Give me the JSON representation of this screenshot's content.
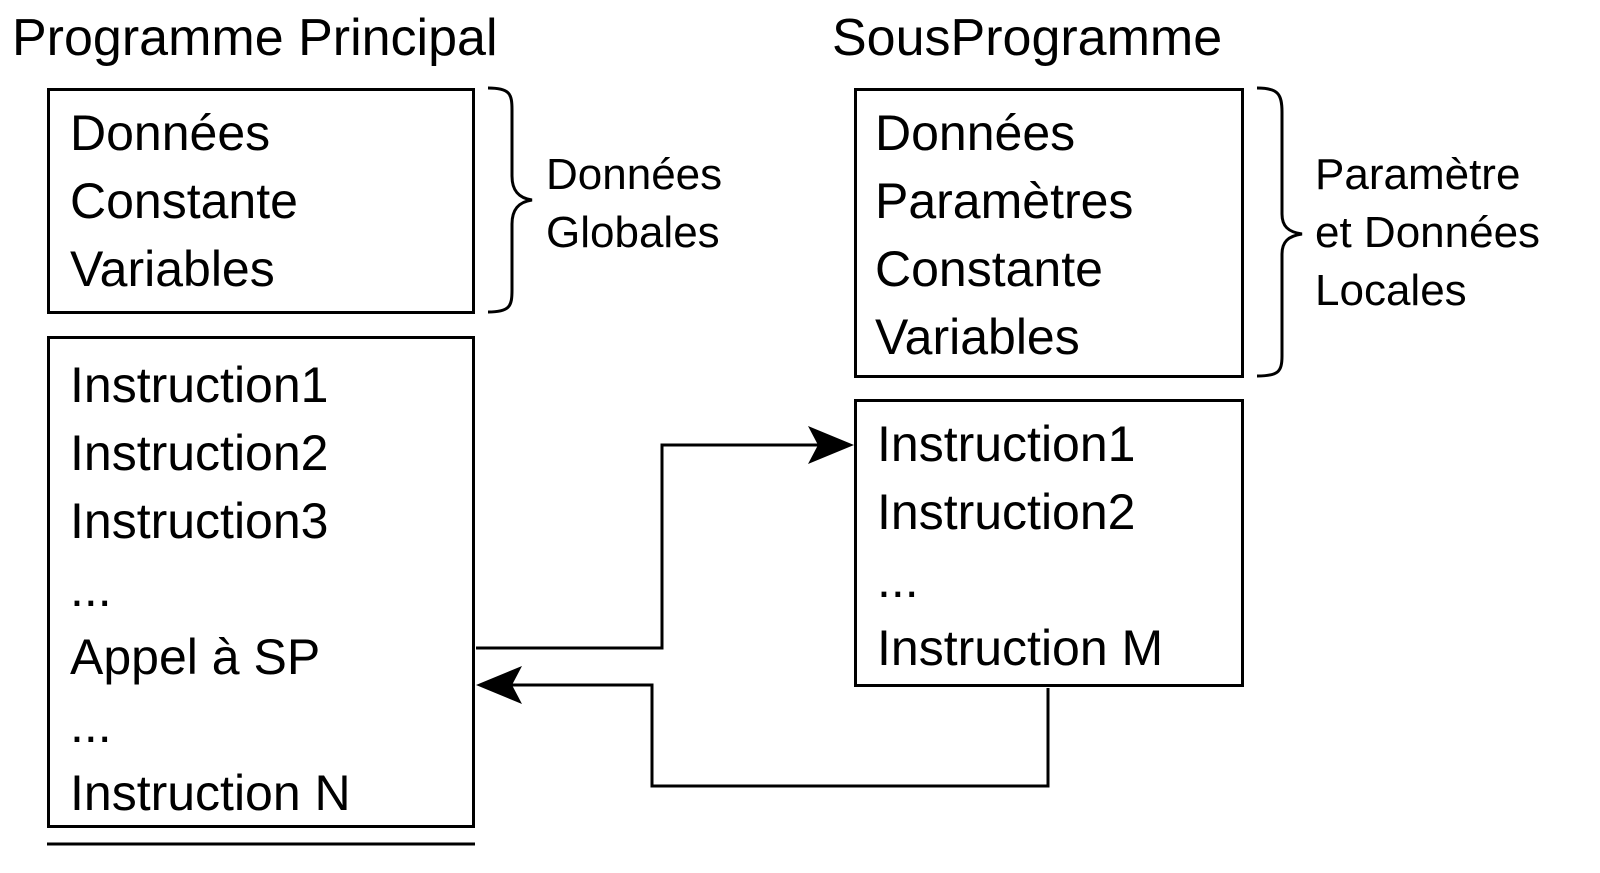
{
  "main_program": {
    "title": "Programme Principal",
    "data_lines": [
      "Données",
      "Constante",
      "Variables"
    ],
    "instruction_lines": [
      "Instruction1",
      "Instruction2",
      "Instruction3",
      "...",
      "Appel à SP",
      "...",
      "Instruction N"
    ],
    "brace_label": [
      "Données",
      "Globales"
    ]
  },
  "sub_program": {
    "title": "SousProgramme",
    "data_lines": [
      "Données",
      "Paramètres",
      "Constante",
      "Variables"
    ],
    "instruction_lines": [
      "Instruction1",
      "Instruction2",
      "...",
      "Instruction M"
    ],
    "brace_label": [
      "Paramètre",
      "et Données",
      "Locales"
    ]
  },
  "colors": {
    "stroke": "#000000",
    "background": "#ffffff"
  }
}
